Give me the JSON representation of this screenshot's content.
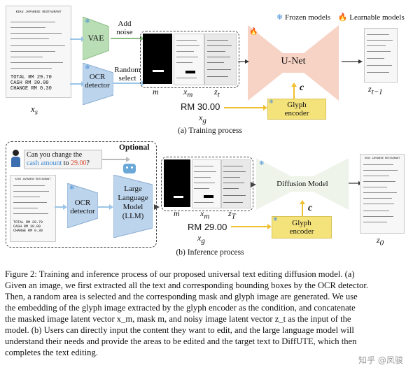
{
  "legend": {
    "frozen_label": "Frozen models",
    "learnable_label": "Learnable models",
    "frozen_icon": "snowflake-icon",
    "learnable_icon": "fire-icon"
  },
  "training": {
    "input_var": "x",
    "input_sub": "s",
    "vae_label": "VAE",
    "ocr_label_1": "OCR",
    "ocr_label_2": "detector",
    "add_noise_1": "Add",
    "add_noise_2": "noise",
    "random_select_1": "Random",
    "random_select_2": "select",
    "mask_label": "m",
    "xm_label": "x",
    "xm_sub": "m",
    "zt_label": "z",
    "zt_sub": "t",
    "unet_label": "U-Net",
    "cond_label": "c",
    "glyph_1": "Glyph",
    "glyph_2": "encoder",
    "text_input": "RM 30.00",
    "xg_label": "x",
    "xg_sub": "g",
    "out_label": "z",
    "out_sub": "t−1",
    "subcaption": "(a) Training process"
  },
  "inference": {
    "optional_label": "Optional",
    "question_1": "Can you change the",
    "question_2a": "cash amount",
    "question_2b": " to ",
    "question_2c": "29.00",
    "question_2d": "?",
    "ocr_label_1": "OCR",
    "ocr_label_2": "detector",
    "llm_1": "Large",
    "llm_2": "Language",
    "llm_3": "Model",
    "llm_4": "(LLM)",
    "mask_label": "m",
    "xm_label": "x",
    "xm_sub": "m",
    "zT_label": "z",
    "zT_sub": "T",
    "diffusion_label": "Diffusion Model",
    "cond_label": "c",
    "glyph_1": "Glyph",
    "glyph_2": "encoder",
    "text_input": "RM 29.00",
    "xg_label": "x",
    "xg_sub": "g",
    "out_label": "z",
    "out_sub": "0",
    "subcaption": "(b) Inference process"
  },
  "receipt": {
    "title": "KIKU JAPANESE RESTAURANT",
    "total": "TOTAL",
    "total_val": "RM 29.70",
    "cash": "CASH",
    "cash_val": "RM 30.00",
    "change": "CHANGE",
    "change_val": "RM 0.30"
  },
  "caption": {
    "lines": [
      "Figure 2: Training and inference process of our proposed universal text editing diffusion model. (a)",
      "Given an image, we first extracted all the text and corresponding bounding boxes by the OCR detector.",
      "Then, a random area is selected and the corresponding mask and glyph image are generated. We use",
      "the embedding of the glyph image extracted by the glyph encoder as the condition, and concatenate",
      "the masked image latent vector x_m, mask m, and noisy image latent vector z_t as the input of the",
      "model. (b) Users can directly input the content they want to edit, and the large language model will",
      "understand their needs and provide the areas to be edited and the target text to DiffUTE, which then",
      "completes the text editing."
    ]
  },
  "watermark": "知乎 @凤骏"
}
